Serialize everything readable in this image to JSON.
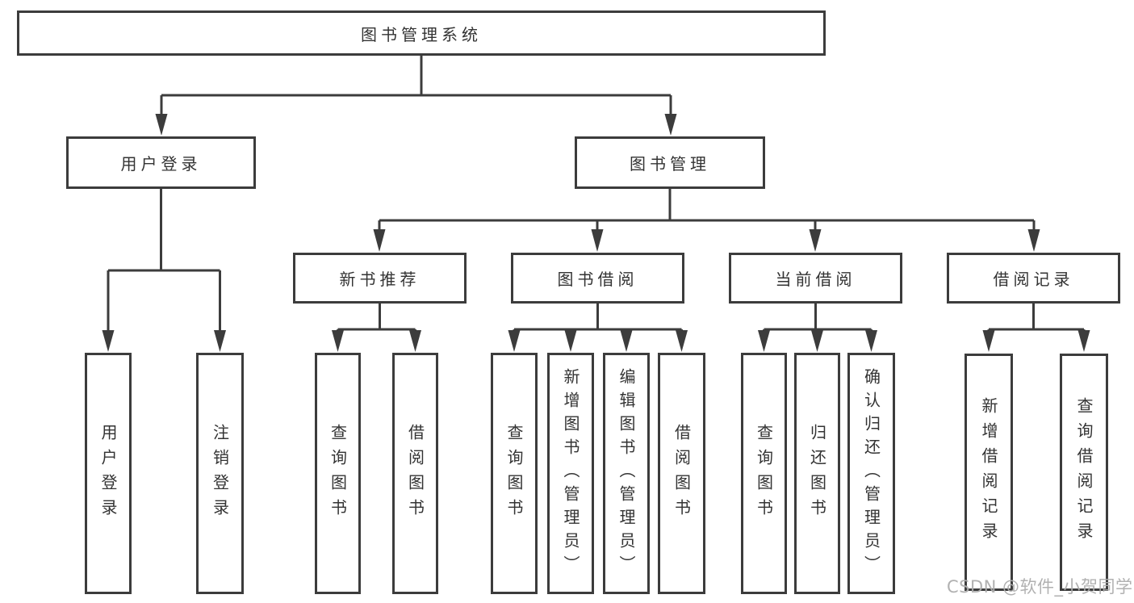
{
  "diagram": {
    "title": "图书管理系统",
    "type": "functional-structure-tree",
    "nodes": {
      "root": "图书管理系统",
      "user_login": "用户登录",
      "book_mgmt": "图书管理",
      "new_book_rec": "新书推荐",
      "book_borrow": "图书借阅",
      "current_borrow": "当前借阅",
      "borrow_record": "借阅记录",
      "ul_login": "用户登录",
      "ul_logout": "注销登录",
      "nbr_query": "查询图书",
      "nbr_borrow": "借阅图书",
      "bb_query": "查询图书",
      "bb_add": "新增图书（管理员）",
      "bb_edit": "编辑图书（管理员）",
      "bb_borrow": "借阅图书",
      "cb_query": "查询图书",
      "cb_return": "归还图书",
      "cb_confirm": "确认归还（管理员）",
      "br_add": "新增借阅记录",
      "br_query": "查询借阅记录"
    },
    "hierarchy": {
      "图书管理系统": {
        "用户登录": [
          "用户登录",
          "注销登录"
        ],
        "图书管理": {
          "新书推荐": [
            "查询图书",
            "借阅图书"
          ],
          "图书借阅": [
            "查询图书",
            "新增图书（管理员）",
            "编辑图书（管理员）",
            "借阅图书"
          ],
          "当前借阅": [
            "查询图书",
            "归还图书",
            "确认归还（管理员）"
          ],
          "借阅记录": [
            "新增借阅记录",
            "查询借阅记录"
          ]
        }
      }
    }
  },
  "watermark": "CSDN @软件_小贺同学",
  "colors": {
    "line": "#3c3c3c",
    "text": "#333333",
    "background": "#ffffff",
    "watermark": "#adadad"
  }
}
